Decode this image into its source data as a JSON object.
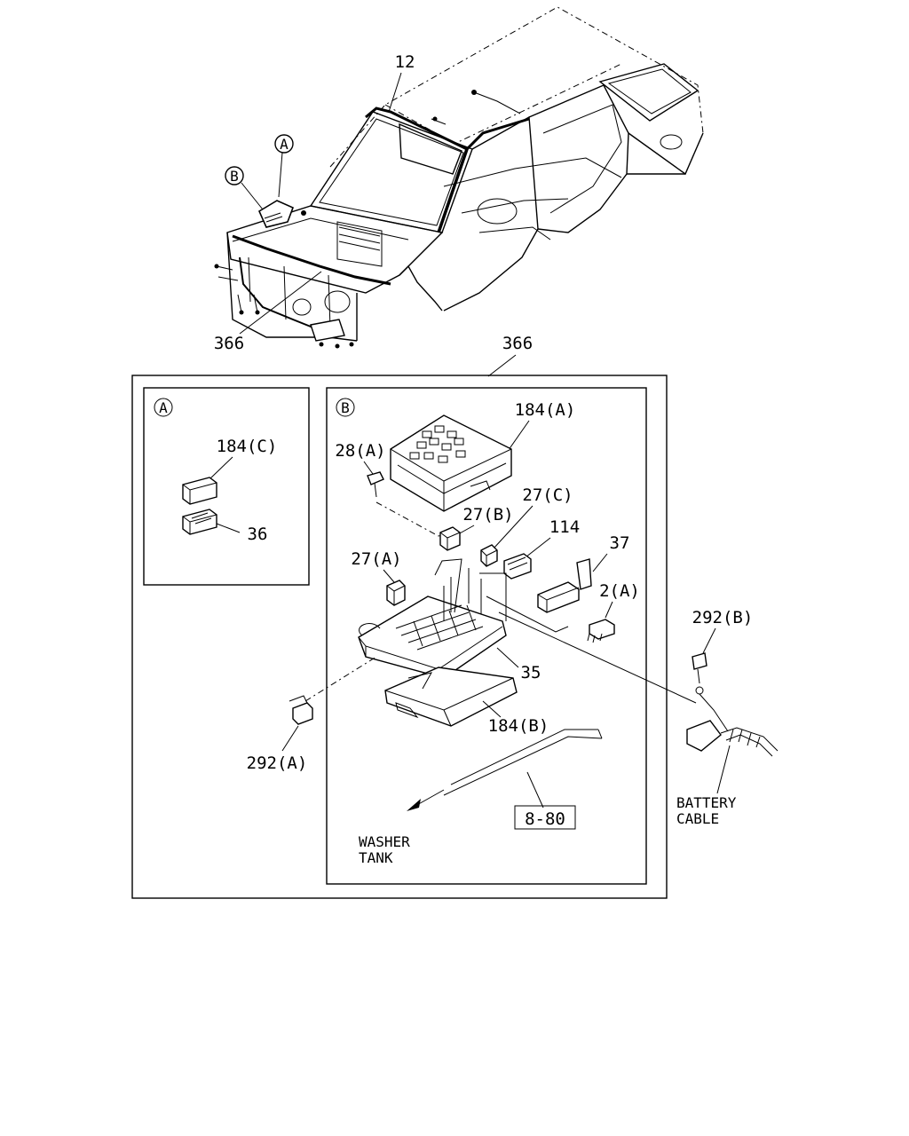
{
  "labels": {
    "harness_top": "12",
    "callout_a_top": "A",
    "callout_b_top": "B",
    "harness_366_top": "366",
    "harness_366_mid": "366",
    "panel_a_letter": "A",
    "panel_b_letter": "B",
    "p184c": "184(C)",
    "p36": "36",
    "p184a": "184(A)",
    "p28a": "28(A)",
    "p27c": "27(C)",
    "p27b": "27(B)",
    "p114": "114",
    "p37": "37",
    "p27a": "27(A)",
    "p2a": "2(A)",
    "p35": "35",
    "p184b": "184(B)",
    "p292a": "292(A)",
    "p292b": "292(B)",
    "ref_880": "8-80",
    "washer_line1": "WASHER",
    "washer_line2": "TANK",
    "battery_line1": "BATTERY",
    "battery_line2": "CABLE"
  }
}
